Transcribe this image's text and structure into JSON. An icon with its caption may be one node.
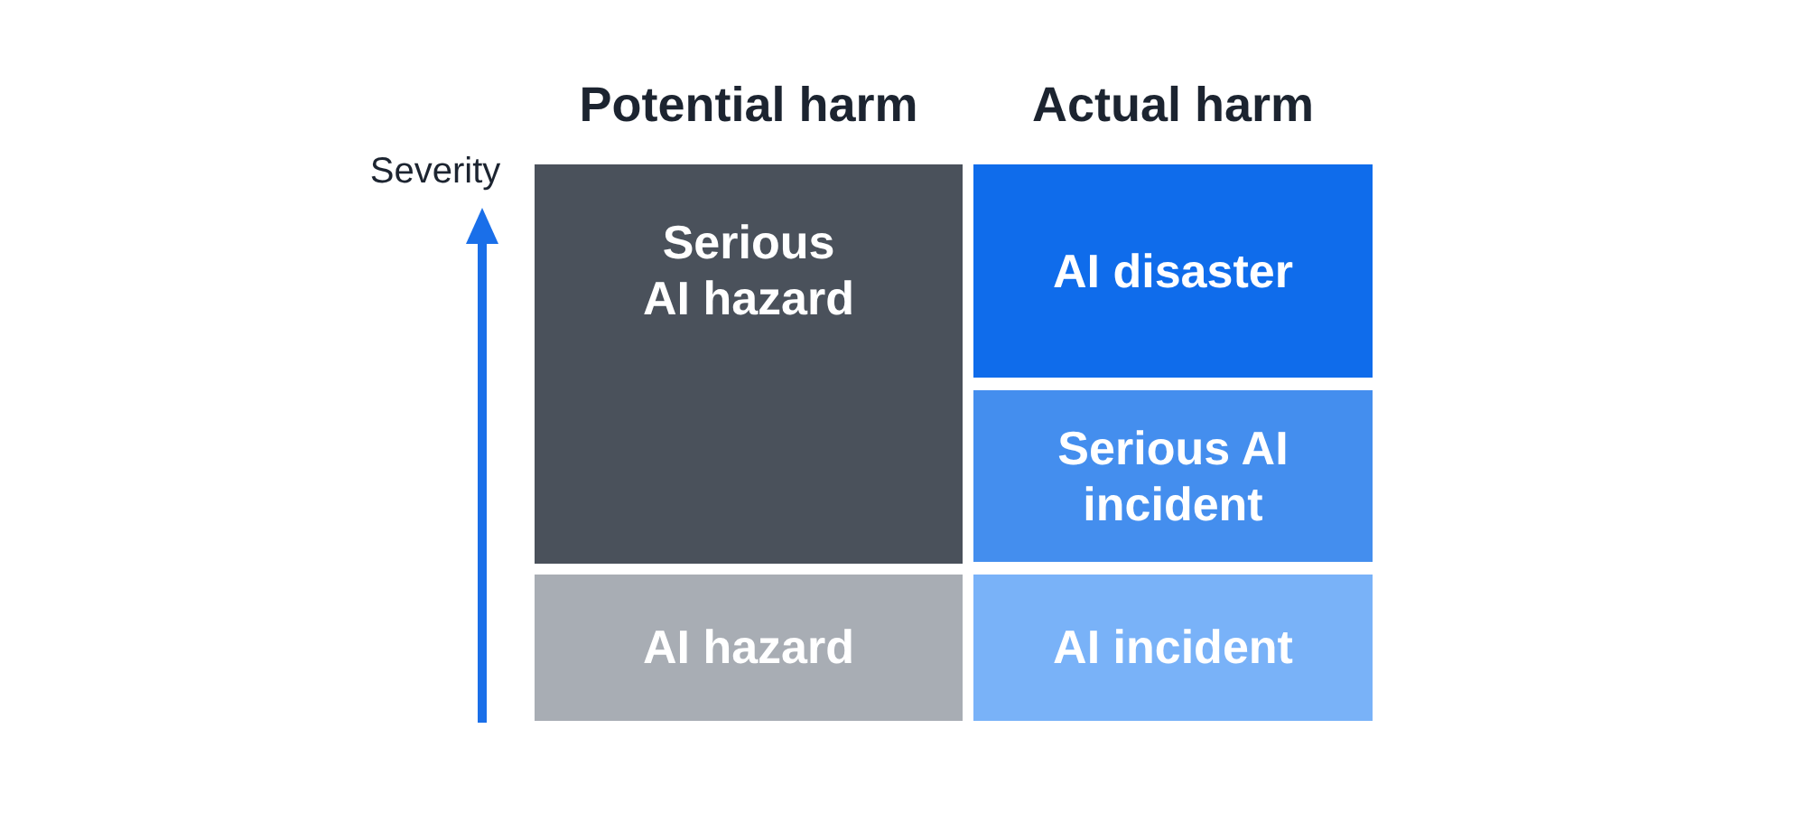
{
  "diagram": {
    "nodes": [
      {
        "text": [
          "Serious AI hazard"
        ]
      },
      {
        "text": [
          "AI disaster"
        ]
      },
      {
        "text": [
          "Serious AI incident"
        ]
      },
      {
        "text": [
          "AI hazard"
        ]
      },
      {
        "text": [
          "AI incident"
        ]
      }
    ],
    "labels": [
      "Potential harm",
      "Actual harm",
      "Severity"
    ]
  }
}
